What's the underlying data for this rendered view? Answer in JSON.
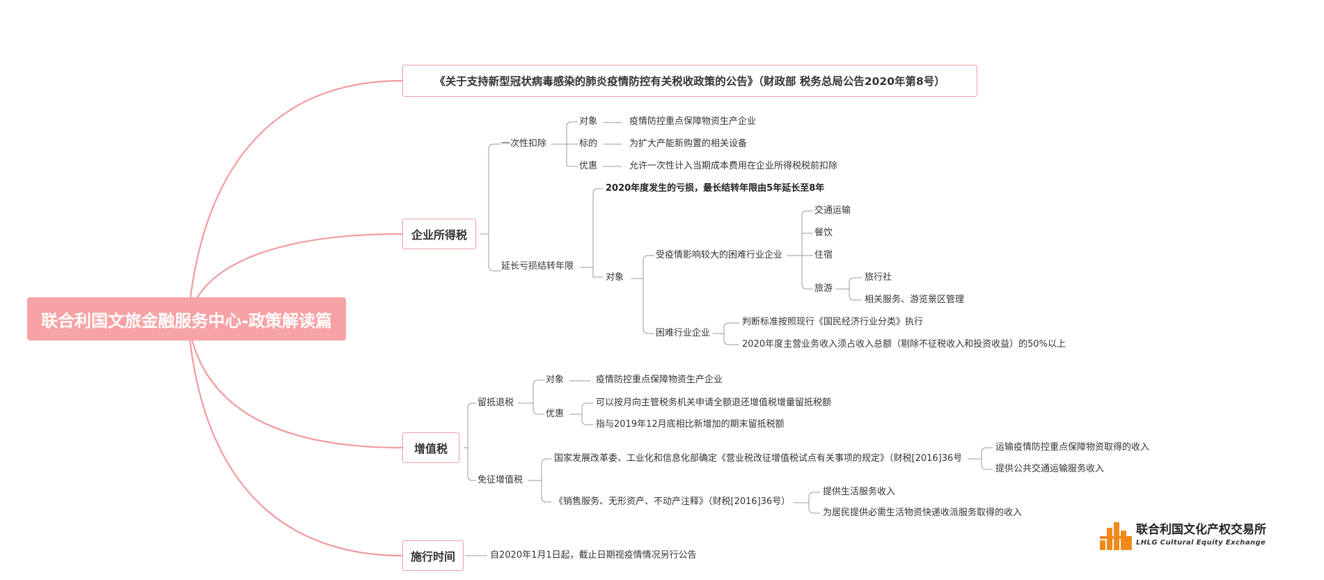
{
  "root": {
    "label": "联合利国文旅金融服务中心-政策解读篇"
  },
  "notice": {
    "label": "《关于支持新型冠状病毒感染的肺炎疫情防控有关税收政策的公告》（财政部 税务总局公告2020年第8号）"
  },
  "corporate_tax": {
    "label": "企业所得税",
    "one_time": {
      "label": "一次性扣除",
      "target_key": "对象",
      "target_value": "疫情防控重点保障物资生产企业",
      "subject_key": "标的",
      "subject_value": "为扩大产能新购置的相关设备",
      "benefit_key": "优惠",
      "benefit_value": "允许一次性计入当期成本费用在企业所得税税前扣除"
    },
    "loss_carry": {
      "label": "延长亏损结转年限",
      "rule": "2020年度发生的亏损，最长结转年限由5年延长至8年",
      "target_key": "对象",
      "affected": {
        "label": "受疫情影响较大的困难行业企业",
        "items": [
          "交通运输",
          "餐饮",
          "住宿"
        ],
        "tourism": {
          "label": "旅游",
          "items": [
            "旅行社",
            "相关服务、游览景区管理"
          ]
        }
      },
      "hardship": {
        "label": "困难行业企业",
        "items": [
          "判断标准按照现行《国民经济行业分类》执行",
          "2020年度主营业务收入须占收入总额（剔除不征税收入和投资收益）的50%以上"
        ]
      }
    }
  },
  "vat": {
    "label": "增值税",
    "refund": {
      "label": "留抵退税",
      "target_key": "对象",
      "target_value": "疫情防控重点保障物资生产企业",
      "benefit_key": "优惠",
      "benefit_items": [
        "可以按月向主管税务机关申请全额退还增值税增量留抵税额",
        "指与2019年12月底相比新增加的期末留抵税额"
      ]
    },
    "exempt": {
      "label": "免征增值税",
      "rule1": {
        "label": "国家发展改革委、工业化和信息化部确定《营业税改征增值税试点有关事项的规定》（财税[2016]36号",
        "items": [
          "运输疫情防控重点保障物资取得的收入",
          "提供公共交通运输服务收入"
        ]
      },
      "rule2": {
        "label": "《销售服务、无形资产、不动产注释》（财税[2016]36号）",
        "items": [
          "提供生活服务收入",
          "为居民提供必需生活物资快递收派服务取得的收入"
        ]
      }
    }
  },
  "effective": {
    "label": "施行时间",
    "value": "自2020年1月1日起，截止日期视疫情情况另行公告"
  },
  "logo": {
    "cn": "联合利国文化产权交易所",
    "en": "LHLG Cultural Equity Exchange"
  },
  "colors": {
    "branch": "#f29a9d",
    "connector": "#9a9a9a",
    "root_fill": "#f7a2a4",
    "logo_orange": "#f08a1c"
  }
}
